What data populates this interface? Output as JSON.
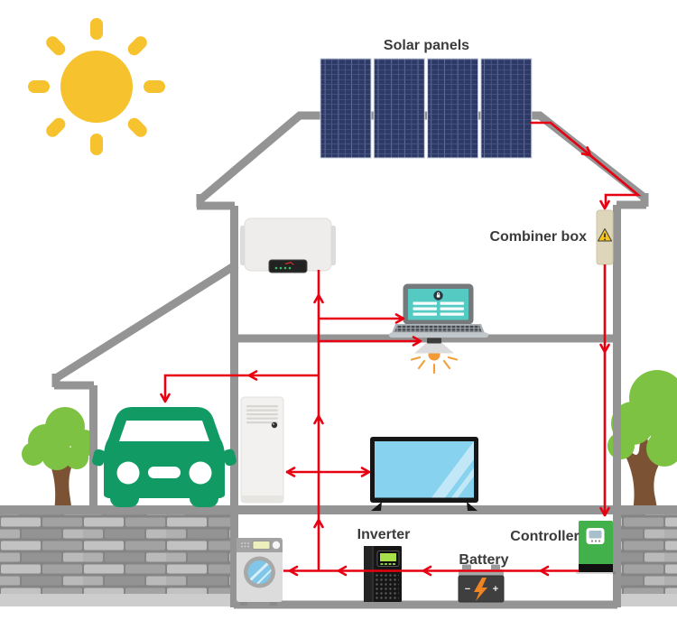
{
  "labels": {
    "solar_panels": "Solar panels",
    "combiner_box": "Combiner box",
    "inverter": "Inverter",
    "battery": "Battery",
    "controller": "Controller"
  },
  "battery": {
    "minus_symbol": "−",
    "plus_symbol": "+"
  },
  "colors": {
    "wire_red": "#e60012",
    "structure_gray": "#949494",
    "sun_yellow": "#f6c22e",
    "panel_navy": "#2e3a66",
    "car_green": "#119a64",
    "tree_green": "#7dc242",
    "trunk_brown": "#7b5233",
    "controller_green": "#43b14b",
    "combiner_tan": "#ddd6ba",
    "warning_yellow": "#f5c518",
    "tv_screen_blue": "#86d2ef",
    "lamp_orange": "#f29a38",
    "laptop_teal": "#54cac3",
    "inverter_lcd_green": "#a8e04a",
    "battery_bolt_orange": "#f08420",
    "washer_drum_blue": "#7fc6e8"
  },
  "components": [
    "sun",
    "solar-panel-array",
    "combiner-box",
    "wall-inverter",
    "laptop",
    "ceiling-lamp",
    "electric-car",
    "tree",
    "air-conditioner",
    "television",
    "washing-machine",
    "inverter",
    "battery",
    "controller",
    "brick-wall",
    "power-wiring"
  ]
}
